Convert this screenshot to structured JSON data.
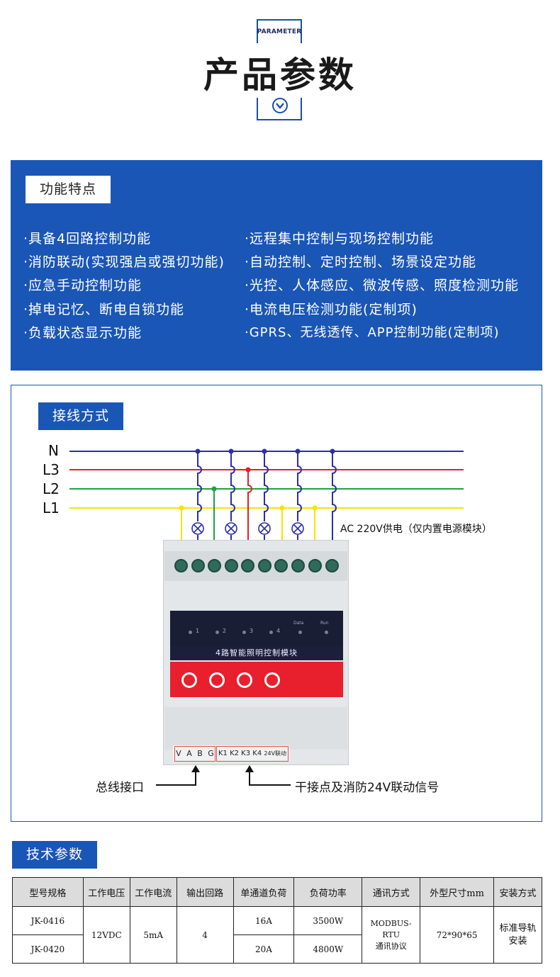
{
  "header": {
    "tag": "PARAMETER",
    "title": "产品参数"
  },
  "features": {
    "label": "功能特点",
    "left": [
      "·具备4回路控制功能",
      "·消防联动(实现强启或强切功能)",
      "·应急手动控制功能",
      "·掉电记忆、断电自锁功能",
      "·负载状态显示功能"
    ],
    "right": [
      "·远程集中控制与现场控制功能",
      "·自动控制、定时控制、场景设定功能",
      "·光控、人体感应、微波传感、照度检测功能",
      "·电流电压检测功能(定制项)",
      "·GPRS、无线透传、APP控制功能(定制项)"
    ]
  },
  "wiring": {
    "label": "接线方式",
    "lines": [
      {
        "name": "N",
        "color": "#2b2fa8"
      },
      {
        "name": "L3",
        "color": "#e0202a"
      },
      {
        "name": "L2",
        "color": "#22a040"
      },
      {
        "name": "L1",
        "color": "#f2e600"
      }
    ],
    "power_note": "AC 220V供电（仅内置电源模块）",
    "module": {
      "name": "4路智能照明控制模块",
      "led_labels": [
        "1",
        "2",
        "3",
        "4",
        "Data",
        "Run"
      ],
      "bus_terminals": [
        "V",
        "A",
        "B",
        "G"
      ],
      "io_terminals": [
        "K1",
        "K2",
        "K3",
        "K4",
        "24V联动"
      ]
    },
    "callout_bus": "总线接口",
    "callout_io": "干接点及消防24V联动信号"
  },
  "tech": {
    "label": "技术参数",
    "headers": [
      "型号规格",
      "工作电压",
      "工作电流",
      "输出回路",
      "单通道负荷",
      "负荷功率",
      "通讯方式",
      "外型尺寸mm",
      "安装方式"
    ],
    "models": [
      "JK-0416",
      "JK-0420"
    ],
    "voltage": "12VDC",
    "current": "5mA",
    "outputs": "4",
    "channel_load": [
      "16A",
      "20A"
    ],
    "load_power": [
      "3500W",
      "4800W"
    ],
    "comm_1": "MODBUS-RTU",
    "comm_2": "通讯协议",
    "size": "72*90*65",
    "install_1": "标准导轨",
    "install_2": "安装"
  }
}
